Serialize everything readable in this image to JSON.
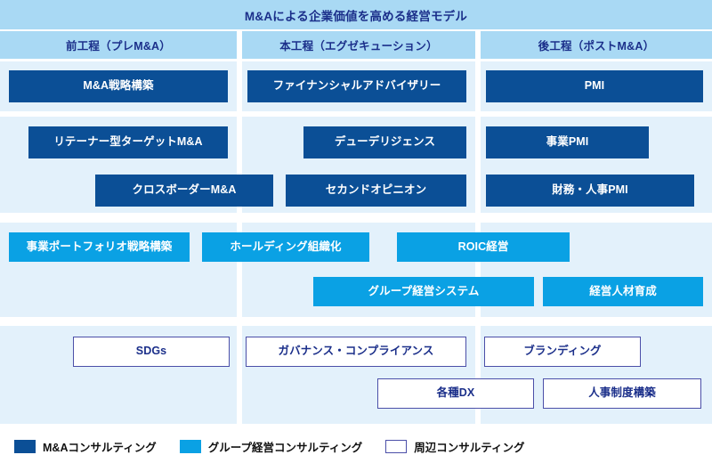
{
  "header": {
    "title": "M&Aによる企業価値を高める経営モデル",
    "columns": [
      {
        "label": "前工程（プレM&A）"
      },
      {
        "label": "本工程（エグゼキューション）"
      },
      {
        "label": "後工程（ポストM&A）"
      }
    ]
  },
  "bands": [
    {
      "name": "band-row-1"
    },
    {
      "name": "band-ma-services"
    },
    {
      "name": "band-group-management"
    },
    {
      "name": "band-peripheral"
    }
  ],
  "nodes": [
    {
      "label": "M&A戦略構築",
      "category": "dark",
      "band": 1
    },
    {
      "label": "ファイナンシャルアドバイザリー",
      "category": "dark",
      "band": 1
    },
    {
      "label": "PMI",
      "category": "dark",
      "band": 1
    },
    {
      "label": "リテーナー型ターゲットM&A",
      "category": "dark",
      "band": 2
    },
    {
      "label": "デューデリジェンス",
      "category": "dark",
      "band": 2
    },
    {
      "label": "事業PMI",
      "category": "dark",
      "band": 2
    },
    {
      "label": "クロスボーダーM&A",
      "category": "dark",
      "band": 2
    },
    {
      "label": "セカンドオピニオン",
      "category": "dark",
      "band": 2
    },
    {
      "label": "財務・人事PMI",
      "category": "dark",
      "band": 2
    },
    {
      "label": "事業ポートフォリオ戦略構築",
      "category": "cyan",
      "band": 3
    },
    {
      "label": "ホールディング組織化",
      "category": "cyan",
      "band": 3
    },
    {
      "label": "ROIC経営",
      "category": "cyan",
      "band": 3
    },
    {
      "label": "グループ経営システム",
      "category": "cyan",
      "band": 3
    },
    {
      "label": "経営人材育成",
      "category": "cyan",
      "band": 3
    },
    {
      "label": "SDGs",
      "category": "outline",
      "band": 4
    },
    {
      "label": "ガバナンス・コンプライアンス",
      "category": "outline",
      "band": 4
    },
    {
      "label": "ブランディング",
      "category": "outline",
      "band": 4
    },
    {
      "label": "各種DX",
      "category": "outline",
      "band": 4
    },
    {
      "label": "人事制度構築",
      "category": "outline",
      "band": 4
    }
  ],
  "legend": [
    {
      "label": "M&Aコンサルティング",
      "category": "dark"
    },
    {
      "label": "グループ経営コンサルティング",
      "category": "cyan"
    },
    {
      "label": "周辺コンサルティング",
      "category": "outline"
    }
  ],
  "colors": {
    "header_band": "#a9d9f4",
    "body_band": "#e3f1fb",
    "dark": "#0b4f96",
    "cyan": "#0aa1e4",
    "outline_border": "#4b4fa8",
    "heading_text": "#1b2f8a",
    "page_background": "#ffffff"
  }
}
